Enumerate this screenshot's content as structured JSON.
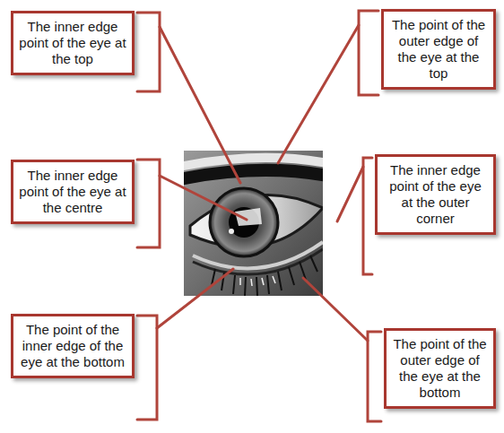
{
  "diagram": {
    "nodes": [
      {
        "text": [
          "The inner edge point of the eye at the top"
        ]
      },
      {
        "text": [
          "The point of the outer edge of the eye at the top"
        ]
      },
      {
        "text": [
          "The inner edge point of the eye at the centre"
        ]
      },
      {
        "text": [
          "The inner edge point of the eye at the outer corner"
        ]
      },
      {
        "text": [
          "The point of the inner edge of the eye at the bottom"
        ]
      },
      {
        "text": [
          "The point of the outer edge of the eye at the bottom"
        ]
      }
    ]
  }
}
